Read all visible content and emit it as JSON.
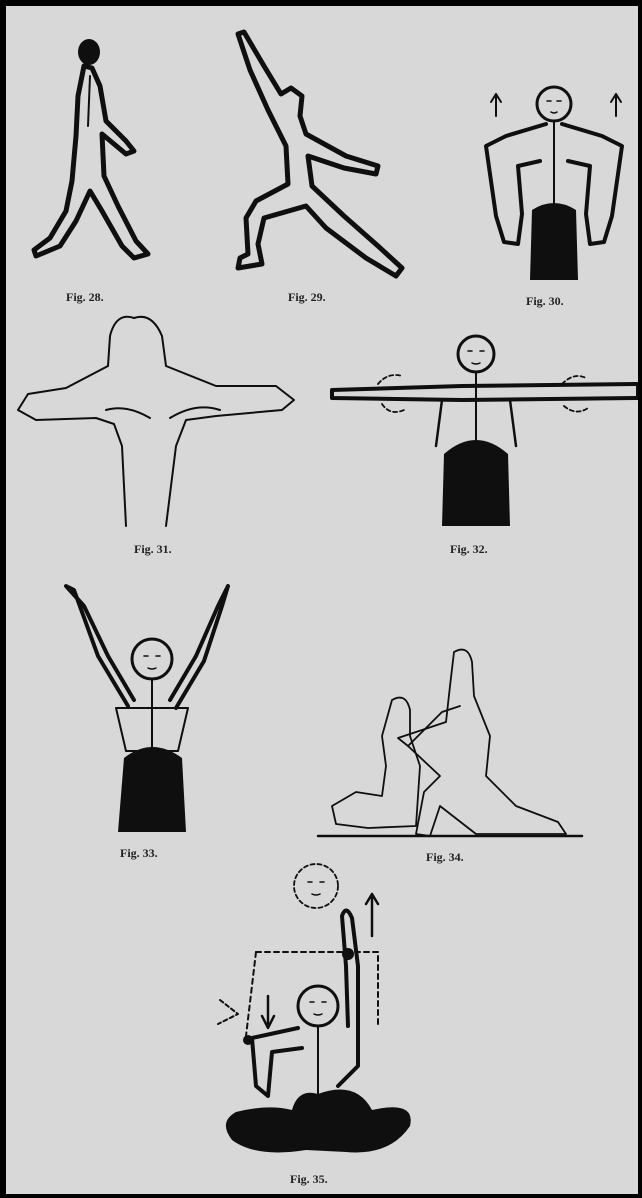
{
  "plate": {
    "figures": [
      {
        "id": "28",
        "caption": "Fig. 28."
      },
      {
        "id": "29",
        "caption": "Fig. 29."
      },
      {
        "id": "30",
        "caption": "Fig. 30."
      },
      {
        "id": "31",
        "caption": "Fig. 31."
      },
      {
        "id": "32",
        "caption": "Fig. 32."
      },
      {
        "id": "33",
        "caption": "Fig. 33."
      },
      {
        "id": "34",
        "caption": "Fig. 34."
      },
      {
        "id": "35",
        "caption": "Fig. 35."
      }
    ]
  },
  "colors": {
    "paper": "#d8d8d8",
    "ink": "#0f0f0f",
    "frame": "#000000"
  }
}
